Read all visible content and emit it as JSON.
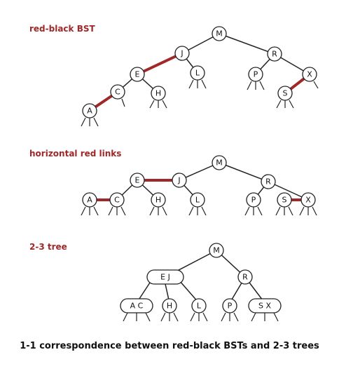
{
  "diagram": {
    "title_rb": "red-black BST",
    "title_horizontal": "horizontal red links",
    "title_23": "2-3 tree",
    "caption": "1-1 correspondence between red-black BSTs and 2-3 trees",
    "red_link_color": "#a02828",
    "keys": {
      "M": "M",
      "J": "J",
      "R": "R",
      "E": "E",
      "L": "L",
      "P": "P",
      "X": "X",
      "C": "C",
      "H": "H",
      "S": "S",
      "A": "A"
    },
    "nodes_23": {
      "ej": "E J",
      "ac": "A C",
      "sx": "S X"
    }
  }
}
